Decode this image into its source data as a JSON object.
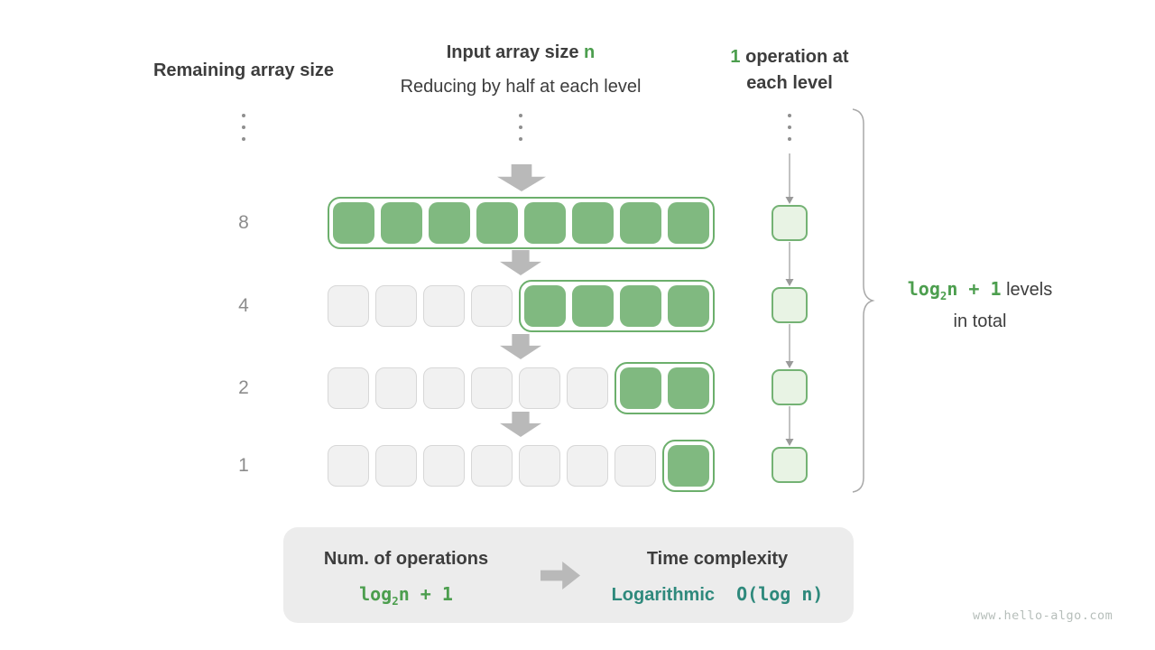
{
  "headers": {
    "left": "Remaining array size",
    "center_title_text": "Input array size ",
    "center_title_accent": "n",
    "center_subtitle": "Reducing by half at each level",
    "right_accent": "1",
    "right_text": " operation at each level"
  },
  "rows": [
    {
      "label": "8",
      "total": 8,
      "active": 8
    },
    {
      "label": "4",
      "total": 8,
      "active": 4
    },
    {
      "label": "2",
      "total": 8,
      "active": 2
    },
    {
      "label": "1",
      "total": 8,
      "active": 1
    }
  ],
  "ops_boxes": 4,
  "bracket": {
    "formula_base": "log",
    "formula_sub": "2",
    "formula_rest": "n + 1",
    "line1_rest": " levels",
    "line2": "in total"
  },
  "summary": {
    "left_title": "Num. of operations",
    "formula_base": "log",
    "formula_sub": "2",
    "formula_rest": "n + 1",
    "right_title": "Time complexity",
    "right_word": "Logarithmic",
    "right_formula": "O(log n)"
  },
  "watermark": "www.hello-algo.com",
  "colors": {
    "green_fill": "#80b980",
    "green_border": "#6caf6c",
    "light_green_fill": "#e8f3e4",
    "gray_cell_fill": "#f1f1f1",
    "gray_cell_border": "#d7d7d7",
    "arrow_gray": "#b9b9b9",
    "accent_green_text": "#4c9e4e",
    "teal_text": "#2e897c",
    "dark_text": "#3d3d3d",
    "panel_bg": "#ececec"
  }
}
